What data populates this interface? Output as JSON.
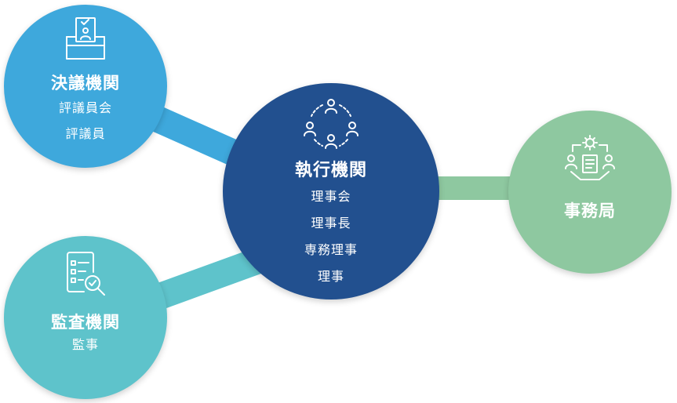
{
  "colors": {
    "decision": "#3ea8dc",
    "executive": "#22508f",
    "audit": "#5ec3cb",
    "office": "#8ec8a0"
  },
  "nodes": {
    "decision": {
      "icon": "ballot-box-icon",
      "title": "決議機関",
      "members": [
        "評議員会",
        "評議員"
      ]
    },
    "executive": {
      "icon": "team-circle-icon",
      "title": "執行機関",
      "members": [
        "理事会",
        "理事長",
        "専務理事",
        "理事"
      ]
    },
    "audit": {
      "icon": "checklist-search-icon",
      "title": "監査機関",
      "members": [
        "監事"
      ]
    },
    "office": {
      "icon": "document-gear-people-icon",
      "title": "事務局",
      "members": []
    }
  }
}
